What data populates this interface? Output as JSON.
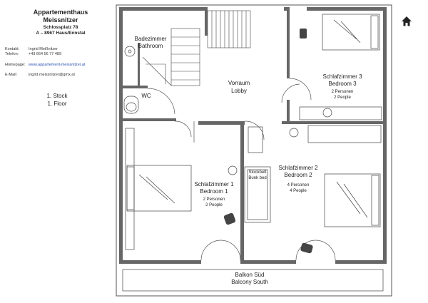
{
  "header": {
    "title_line1": "Appartementhaus",
    "title_line2": "Meissnitzer",
    "address1": "Schlossplatz 78",
    "address2": "A – 8967 Haus/Ennstal"
  },
  "contact": {
    "contact_label": "Kontakt:",
    "contact_value": "Ingrid Meißnitzer",
    "phone_label": "Telefon:",
    "phone_value": "+43 664 56 77 489",
    "homepage_label": "Homepage:",
    "homepage_value": "www.appartement-meissnitzer.at",
    "email_label": "E-Mail:",
    "email_value": "ingrid.meissnitzer@gmx.at"
  },
  "floor": {
    "line1": "1. Stock",
    "line2": "1. Floor"
  },
  "rooms": {
    "bath_de": "Badezimmer",
    "bath_en": "Bathroom",
    "wc": "WC",
    "lobby_de": "Vorraum",
    "lobby_en": "Lobby",
    "bed3_de": "Schlafzimmer 3",
    "bed3_en": "Bedroom 3",
    "bed3_p_de": "2 Personen",
    "bed3_p_en": "2 People",
    "bed1_de": "Schlafzimmer 1",
    "bed1_en": "Bedroom 1",
    "bed1_p_de": "2 Personen",
    "bed1_p_en": "2 People",
    "bunk_de": "Stockbett",
    "bunk_en": "Bunk bed",
    "bed2_de": "Schlafzimmer 2",
    "bed2_en": "Bedroom 2",
    "bed2_p_de": "4 Personen",
    "bed2_p_en": "4 People",
    "balcony_de": "Balkon Süd",
    "balcony_en": "Balcony South"
  },
  "icons": {
    "home": "home-icon"
  }
}
